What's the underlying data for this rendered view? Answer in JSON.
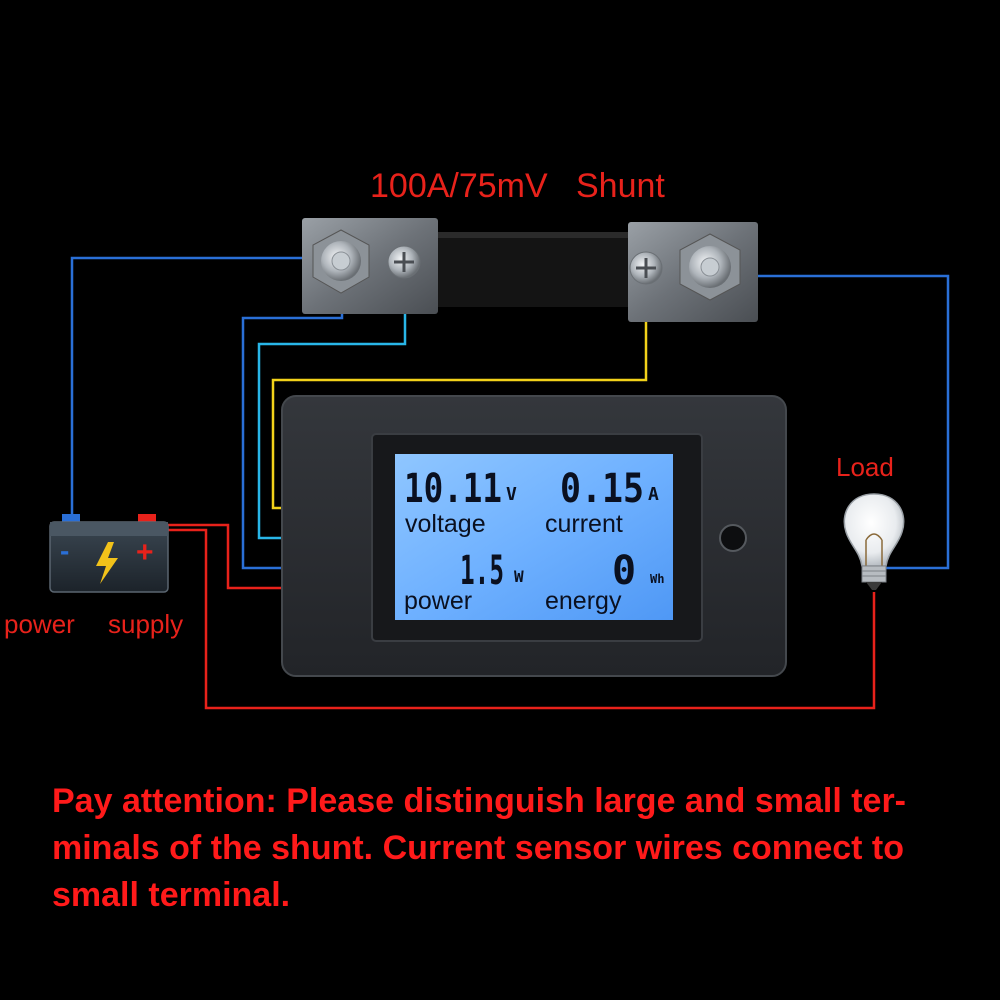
{
  "shunt": {
    "title": "100A/75mV   Shunt"
  },
  "load": {
    "label": "Load"
  },
  "battery": {
    "minus": "-",
    "plus": "+"
  },
  "power_supply": {
    "left": "power",
    "right": "supply"
  },
  "meter": {
    "voltage": {
      "value": "10.11",
      "unit": "V",
      "label": "voltage"
    },
    "current": {
      "value": "0.15",
      "unit": "A",
      "label": "current"
    },
    "power": {
      "value": "1.5",
      "unit": "W",
      "label": "power"
    },
    "energy": {
      "value": "0",
      "unit": "Wh",
      "label": "energy"
    }
  },
  "note": {
    "line1": "Pay attention: Please distinguish large and small ter-",
    "line2": "minals of the shunt. Current sensor wires connect to",
    "line3": "small terminal."
  },
  "colors": {
    "background": "#000000",
    "label_red": "#e8221b",
    "wire_blue": "#2a6fd6",
    "wire_cyan": "#29b6e8",
    "wire_yellow": "#f2d21a",
    "wire_red": "#e8221b",
    "lcd_screen": "#6fb4ff",
    "meter_body": "#2a2c30"
  }
}
